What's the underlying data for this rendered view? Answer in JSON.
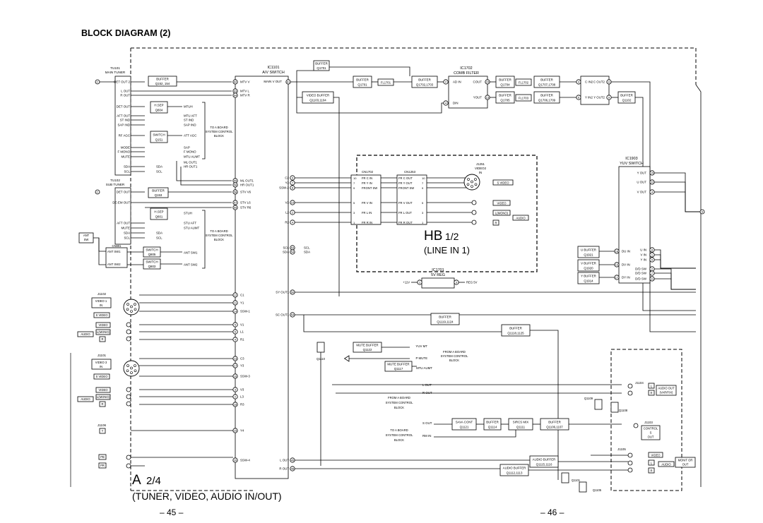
{
  "title": "BLOCK DIAGRAM (2)",
  "page_left": "– 45 –",
  "page_right": "– 46 –",
  "board_a": {
    "id": "A",
    "part": "2/4",
    "name": "(TUNER, VIDEO, AUDIO IN/OUT)"
  },
  "board_hb": {
    "id": "HB",
    "part": "1/2",
    "name": "(LINE IN 1)"
  },
  "circle_labels": {
    "left": "C",
    "right": "S"
  },
  "ics": {
    "ic1101": {
      "ref": "IC1101",
      "name": "A/V SWITCH"
    },
    "ic1702": {
      "ref": "IC1702",
      "name": "COMB FILTER"
    },
    "ic1903": {
      "ref": "IC1903",
      "name": "YUV SWITCH"
    },
    "ic1701": {
      "ref": "IC1701",
      "name": "5V REG"
    }
  },
  "tuners": {
    "tu101": {
      "ref": "TU101",
      "name": "MAIN TUNER",
      "pins": [
        "DET OUT 2",
        "L OUT",
        "R OUT",
        "DET OUT",
        "AFT OUT",
        "ST IND",
        "SAP IND",
        "RF AGC",
        "MODE",
        "F MONO",
        "MUTE",
        "SDA",
        "SCL"
      ]
    },
    "tu102": {
      "ref": "TU102",
      "name": "SUB TUNER",
      "pins": [
        "DET OUT",
        "DE-EM OUT",
        "AFT OUT",
        "MUTE",
        "SDA",
        "SCL"
      ]
    }
  },
  "blocks": [
    {
      "id": "b_q152",
      "name": "BUFFER",
      "ref": "Q152, 154"
    },
    {
      "id": "b_q804",
      "name": "H.SEP",
      "ref": "Q804"
    },
    {
      "id": "b_q151",
      "name": "SWITCH",
      "ref": "Q151"
    },
    {
      "id": "b_q153",
      "name": "BUFFER",
      "ref": "Q153"
    },
    {
      "id": "b_q801",
      "name": "H.SEP",
      "ref": "Q801"
    },
    {
      "id": "b_q805",
      "name": "SWITCH",
      "ref": "Q805"
    },
    {
      "id": "b_q803",
      "name": "SWITCH",
      "ref": "Q803"
    },
    {
      "id": "b_q1701buf",
      "name": "BUFFER",
      "ref": "Q1701"
    },
    {
      "id": "b_q1701",
      "name": "BUFFER",
      "ref": "Q1701"
    },
    {
      "id": "b_q1703",
      "name": "VIDEO BUFFER",
      "ref": "Q1103,1104"
    },
    {
      "id": "b_q1702",
      "name": "BUFFER",
      "ref": "Q1702,1703"
    },
    {
      "id": "b_q1704",
      "name": "BUFFER",
      "ref": "Q1704"
    },
    {
      "id": "b_q1705",
      "name": "BUFFER",
      "ref": "Q1705"
    },
    {
      "id": "b_q1707",
      "name": "BUFFER",
      "ref": "Q1707,1708"
    },
    {
      "id": "b_q1706",
      "name": "BUFFER",
      "ref": "Q1706,1709"
    },
    {
      "id": "b_q1102",
      "name": "BUFFER",
      "ref": "Q1102"
    },
    {
      "id": "b_q1921",
      "name": "U BUFFER",
      "ref": "Q1921"
    },
    {
      "id": "b_q1920",
      "name": "V BUFFER",
      "ref": "Q1920"
    },
    {
      "id": "b_q1914",
      "name": "Y BUFFER",
      "ref": "Q1914"
    },
    {
      "id": "b_q1119",
      "name": "BUFFER",
      "ref": "Q1119,1124"
    },
    {
      "id": "b_q1118",
      "name": "BUFFER",
      "ref": "Q1118,1125"
    },
    {
      "id": "b_q1122",
      "name": "MUTE BUFFER",
      "ref": "Q1122"
    },
    {
      "id": "b_q1117",
      "name": "MUTE BUFFER",
      "ref": "Q1117"
    },
    {
      "id": "b_q1121",
      "name": "SAVA CONT",
      "ref": "Q1121"
    },
    {
      "id": "b_q1114",
      "name": "BUFFER",
      "ref": "Q1114"
    },
    {
      "id": "b_q1111",
      "name": "SIRCS MIX",
      "ref": "Q1111"
    },
    {
      "id": "b_q1106",
      "name": "BUFFER",
      "ref": "Q1106,1107"
    },
    {
      "id": "b_q1115",
      "name": "AUDIO BUFFER",
      "ref": "Q1115,1116"
    },
    {
      "id": "b_q1112",
      "name": "AUDIO BUFFER",
      "ref": "Q1112,1113"
    }
  ],
  "filters": [
    "FL1701",
    "FL1702",
    "FL1703"
  ],
  "signals": {
    "tuner_main_right": [
      "MTUH",
      "MTU AFT",
      "ST IND",
      "SAP IND",
      "ATT AGC",
      "SAP",
      "F MONO",
      "MTU AUMT",
      "ML OUT1",
      "HR OUT1"
    ],
    "tuner_sub_right": [
      "STUH",
      "STU AFT",
      "STU AUMT",
      "ANT SW1",
      "ANT SW2"
    ],
    "to_board": "TO A BOARD",
    "system_control": "SYSTEM CONTROL",
    "block": "BLOCK",
    "from_board": "FROM A BOARD",
    "sda": "SDA",
    "scl": "SCL",
    "ant": "ANT",
    "sw": "SW",
    "reg_in": "+11V",
    "reg_out": "REG 5V"
  },
  "ic1101_pins": {
    "left": [
      "MTV V",
      "MTV L",
      "MTV R",
      "ML OUT1",
      "HR OUT1",
      "STV V6",
      "STV L6",
      "STV R6",
      "C1",
      "Y1",
      "SSW-1",
      "V1",
      "L1",
      "R1",
      "C3",
      "Y3",
      "SSW-3",
      "V3",
      "L3",
      "R3",
      "Y4",
      "SSW-4"
    ],
    "right": [
      "MAIN V OUT",
      "SY OUT1",
      "SC OUT1",
      "L OUT",
      "R OUT"
    ]
  },
  "cn": {
    "cn1702": {
      "ref": "CN1702",
      "pins": [
        "FR C IN",
        "FR Y IN",
        "FRONT SW",
        "FR V IN",
        "FR L IN",
        "FR R IN"
      ]
    },
    "cn1253": {
      "ref": "CN1253",
      "pins": [
        "FR C OUT",
        "FR Y OUT",
        "FRONT SW",
        "FR V OUT",
        "FR L OUT",
        "FR R OUT"
      ]
    },
    "cn801": {
      "ref": "CN801",
      "pins": [
        "ANT SW1",
        "ANT SW2"
      ]
    }
  },
  "jacks": {
    "j1251": {
      "ref": "J1251",
      "sub": "VIDEO2",
      "mode": "IN",
      "labels": [
        "S VIDEO",
        "VIDEO",
        "L(MONO)",
        "R",
        "AUDIO"
      ]
    },
    "j1102": {
      "ref": "J1102",
      "sub": "VIDEO 1",
      "mode": "IN",
      "labels": [
        "S VIDEO",
        "VIDEO",
        "L(MONO)",
        "R",
        "AUDIO"
      ]
    },
    "j1101": {
      "ref": "J1101",
      "sub": "VIDEO 3",
      "mode": "IN",
      "labels": [
        "S VIDEO",
        "VIDEO",
        "L(MONO)",
        "R",
        "AUDIO"
      ]
    },
    "j1106": {
      "ref": "J1106",
      "labels": [
        "Y",
        "PB",
        "PR"
      ]
    },
    "j1104": {
      "ref": "J1104",
      "labels": [
        "L",
        "R",
        "AUDIO OUT",
        "(VAR/FIX)"
      ]
    },
    "j1103": {
      "ref": "J1103",
      "labels": [
        "CONTROL",
        "S",
        "OUT"
      ]
    },
    "j1105": {
      "ref": "J1105",
      "labels": [
        "VIDEO",
        "L",
        "R",
        "AUDIO",
        "MONIT OR",
        "OUT"
      ]
    }
  },
  "yuv_pins": [
    "Y OUT",
    "U OUT",
    "V OUT",
    "U IN",
    "V IN",
    "Y IN",
    "D/D SW",
    "D/D SW",
    "D/D SW",
    "DU IN",
    "DV IN",
    "DY IN"
  ],
  "comb_pins": [
    "AD IN",
    "COUT",
    "YOUT",
    "DIN",
    "C IN2",
    "Y IN2",
    "C OUT2",
    "Y OUT2"
  ],
  "misc_pins": [
    "YUV MT",
    "P MUTE",
    "MTU AUMT",
    "L OUT",
    "R OUT",
    "S OUT",
    "RM IN"
  ],
  "transistors": [
    "Q1110",
    "Q1109",
    "Q1108",
    "Q1101",
    "Q1105"
  ]
}
